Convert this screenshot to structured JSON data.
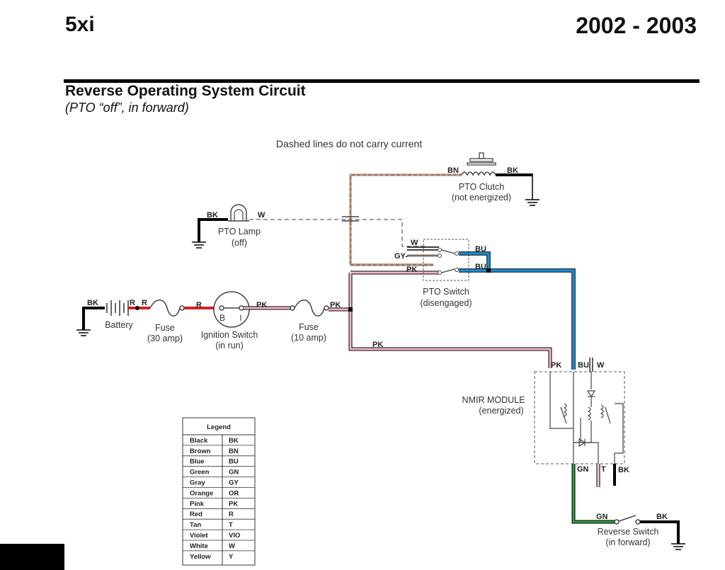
{
  "header": {
    "model": "5xi",
    "years": "2002 - 2003"
  },
  "title": "Reverse Operating System Circuit",
  "subtitle": "(PTO “off”, in forward)",
  "note": "Dashed lines do not carry current",
  "components": {
    "battery": "Battery",
    "fuse30": [
      "Fuse",
      "(30 amp)"
    ],
    "ignition": [
      "Ignition Switch",
      "(in run)"
    ],
    "fuse10": [
      "Fuse",
      "(10 amp)"
    ],
    "pto_lamp": [
      "PTO Lamp",
      "(off)"
    ],
    "pto_clutch": [
      "PTO Clutch",
      "(not energized)"
    ],
    "pto_switch": [
      "PTO Switch",
      "(disengaged)"
    ],
    "nmir": [
      "NMIR MODULE",
      "(energized)"
    ],
    "reverse_switch": [
      "Reverse Switch",
      "(in forward)"
    ],
    "ign_terminals": [
      "B",
      "I"
    ]
  },
  "wire_labels": {
    "bk_batt": "BK",
    "r1": "R",
    "r2": "R",
    "r3": "R",
    "pk1": "PK",
    "pk2": "PK",
    "pk3": "PK",
    "bk_lamp": "BK",
    "w_lamp": "W",
    "bn_clutch": "BN",
    "bk_clutch": "BK",
    "w_sw": "W",
    "gy_sw": "GY-",
    "pk_sw": "PK",
    "bu_sw1": "BU",
    "bu_sw2": "BU",
    "pk_mod": "PK",
    "bu_mod": "BU",
    "w_mod": "W",
    "gn_mod": "GN",
    "t_mod": "T",
    "bk_mod": "BK",
    "gn_rev": "GN",
    "bk_rev": "BK"
  },
  "legend": {
    "title": "Legend",
    "rows": [
      [
        "Black",
        "BK"
      ],
      [
        "Brown",
        "BN"
      ],
      [
        "Blue",
        "BU"
      ],
      [
        "Green",
        "GN"
      ],
      [
        "Gray",
        "GY"
      ],
      [
        "Orange",
        "OR"
      ],
      [
        "Pink",
        "PK"
      ],
      [
        "Red",
        "R"
      ],
      [
        "Tan",
        "T"
      ],
      [
        "Violet",
        "VIO"
      ],
      [
        "White",
        "W"
      ],
      [
        "Yellow",
        "Y"
      ]
    ]
  },
  "colors": {
    "black": "#000000",
    "red": "#d42020",
    "pink": "#f4b8c8",
    "blue": "#1e8fd6",
    "green": "#2e9e3e",
    "brown": "#c8a08a",
    "tan": "#e8d0c8",
    "gray": "#888888"
  }
}
